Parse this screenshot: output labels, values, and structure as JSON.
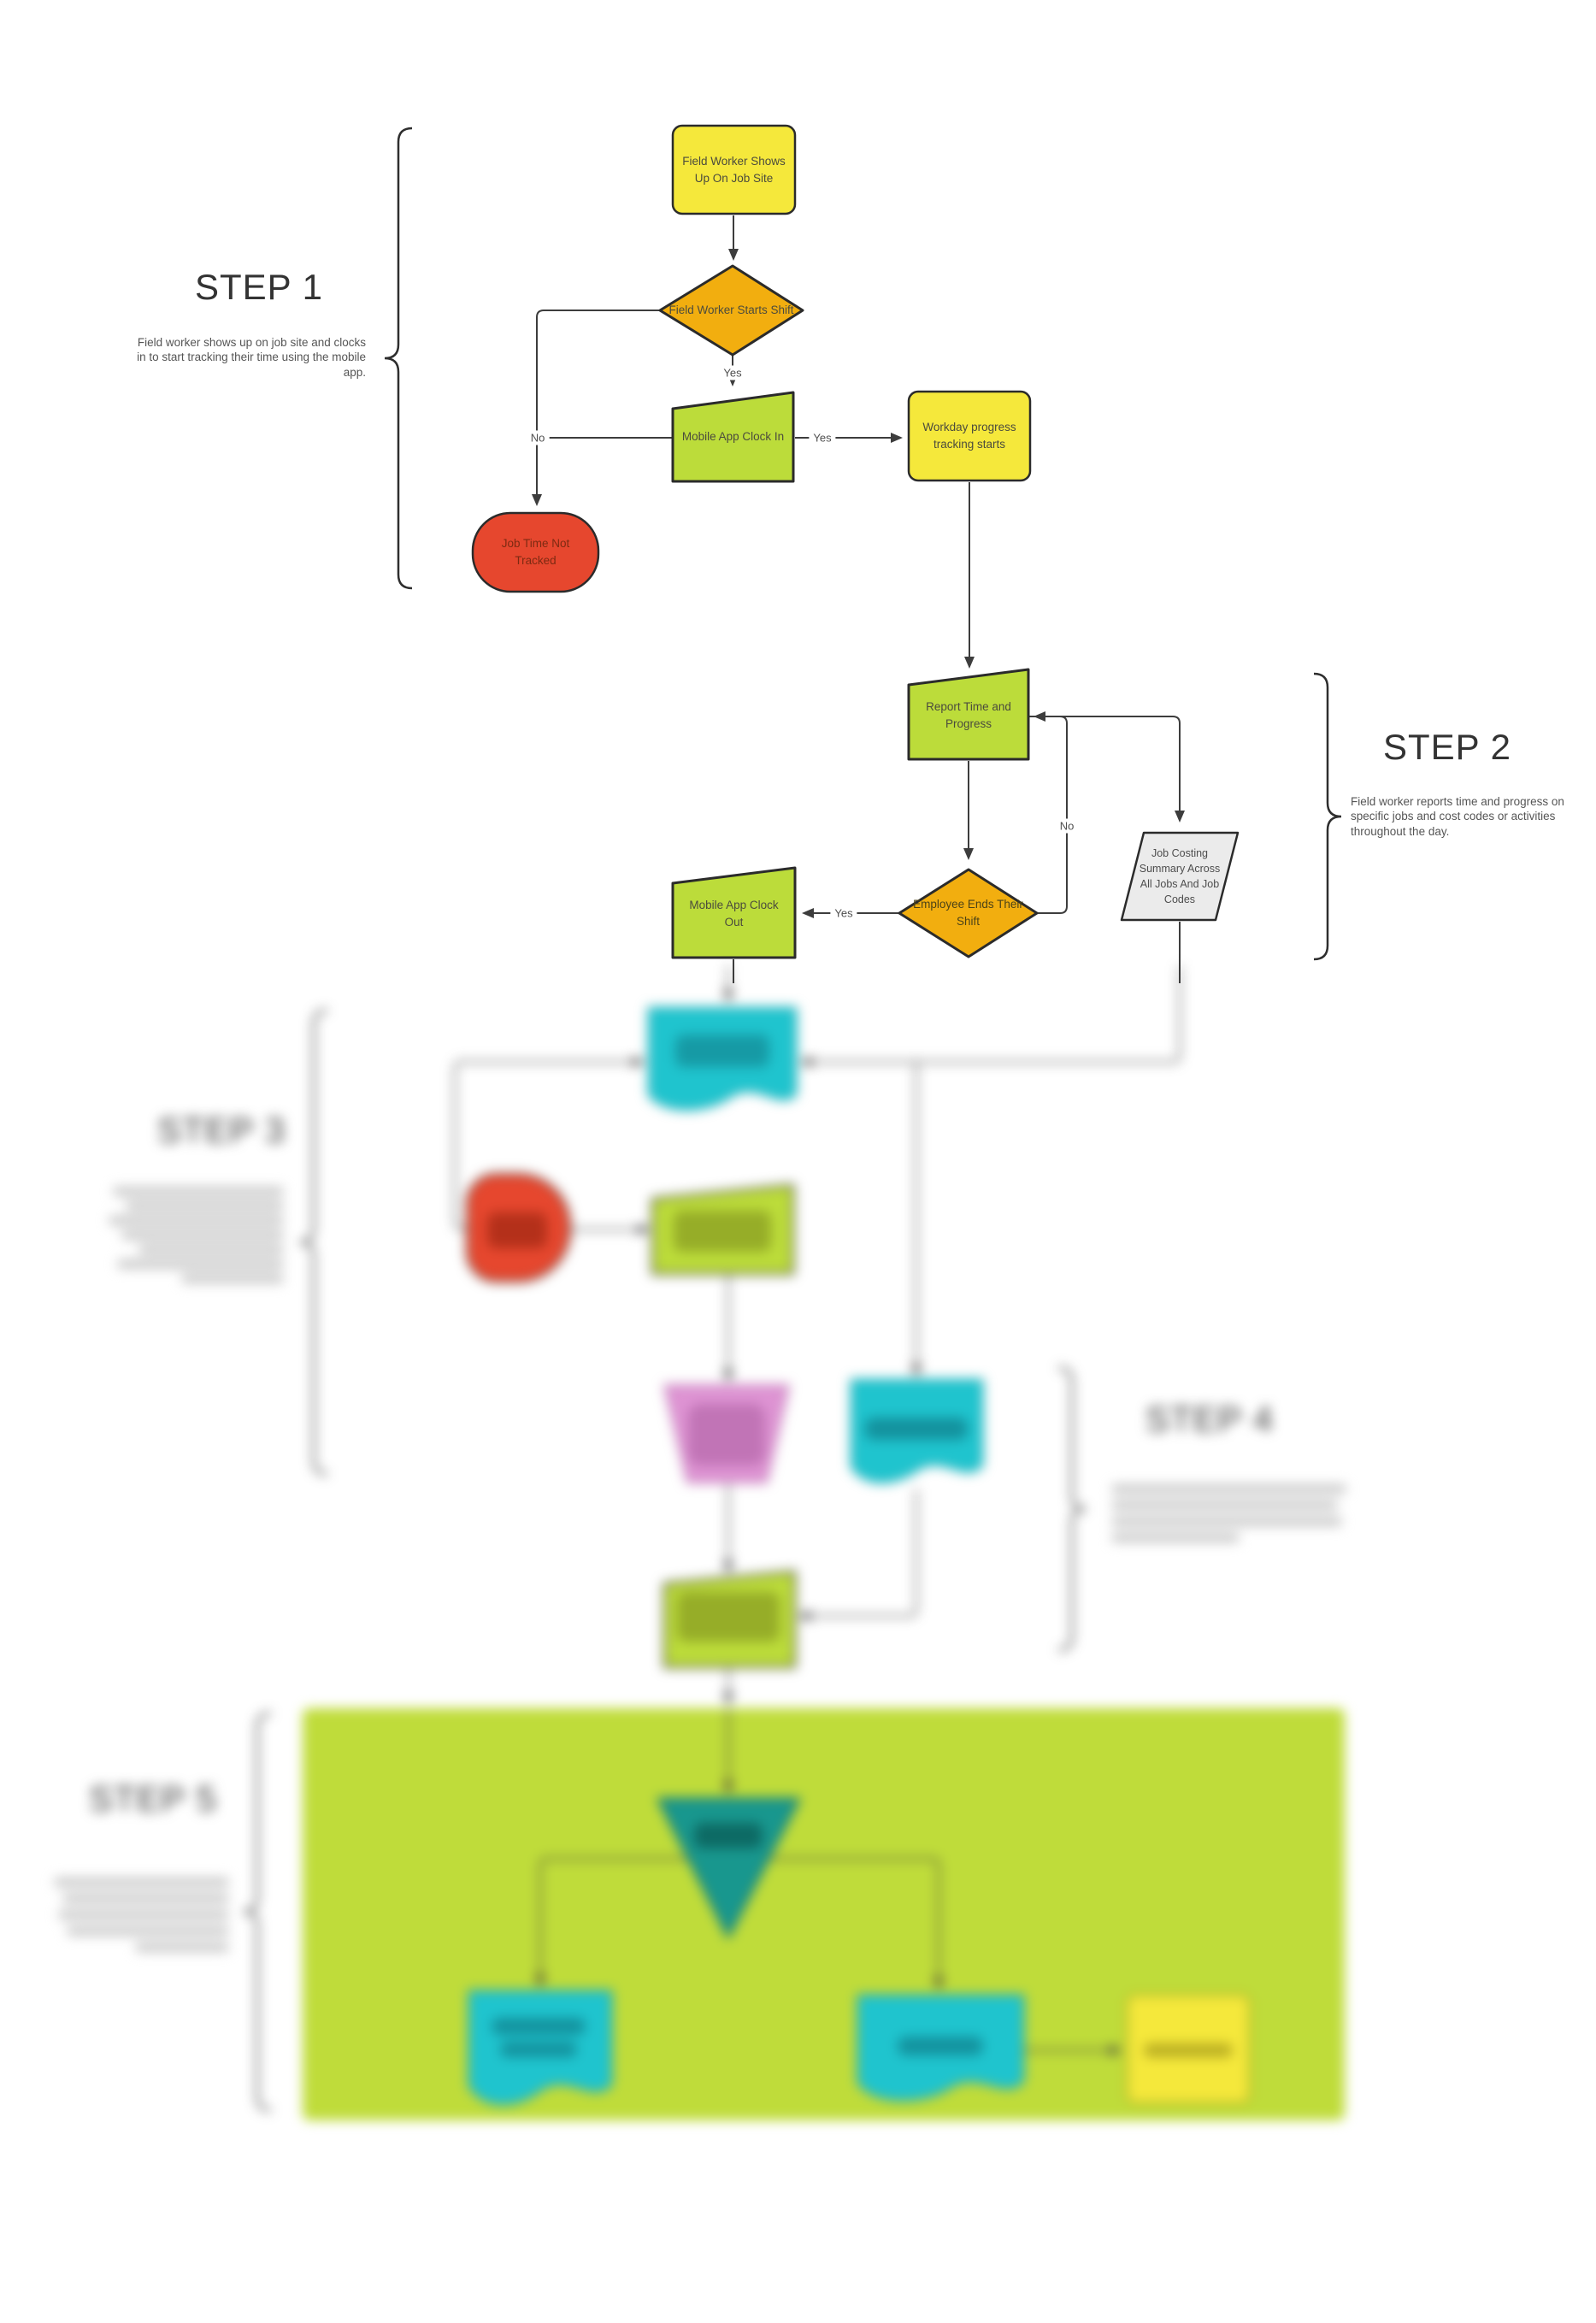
{
  "steps": [
    {
      "label": "STEP 1",
      "description": "Field worker shows up on job site and clocks in to start tracking their time using the mobile app."
    },
    {
      "label": "STEP 2",
      "description": "Field worker reports time and progress on specific jobs and cost codes or activities throughout the day."
    },
    {
      "label": "STEP 3",
      "description": ""
    },
    {
      "label": "STEP 4",
      "description": ""
    },
    {
      "label": "STEP 5",
      "description": ""
    }
  ],
  "nodes": {
    "field_worker_shows_up": "Field Worker Shows Up On Job Site",
    "field_worker_starts_shift": "Field Worker Starts Shift",
    "mobile_app_clock_in": "Mobile App Clock In",
    "workday_progress": "Workday progress tracking starts",
    "job_time_not_tracked": "Job Time Not Tracked",
    "report_time_progress": "Report Time and Progress",
    "employee_ends_shift": "Employee Ends Their Shift",
    "mobile_app_clock_out": "Mobile App Clock Out",
    "job_costing_summary": "Job Costing Summary Across All Jobs And Job Codes"
  },
  "edge_labels": {
    "starts_shift_yes": "Yes",
    "clock_in_yes": "Yes",
    "starts_shift_no": "No",
    "ends_shift_no": "No",
    "ends_shift_yes": "Yes"
  },
  "colors": {
    "yellow": "#F5E83B",
    "orange": "#F2AE0F",
    "green": "#BCDC3A",
    "red": "#E6472E",
    "teal": "#1FC4CE",
    "dark_teal": "#18978E",
    "pink": "#DE93D3",
    "gray_shape": "#EBEBEB",
    "panel_green": "#BFDC3A",
    "line": "#3D3D3D"
  }
}
